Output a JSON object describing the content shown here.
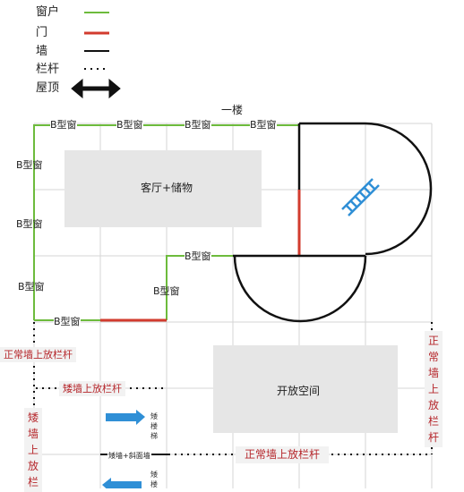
{
  "legend": {
    "window": "窗户",
    "door": "门",
    "wall": "墙",
    "railing": "栏杆",
    "roof": "屋顶"
  },
  "colors": {
    "window": "#6dbb3c",
    "door": "#d23b2e",
    "wall": "#111111",
    "railing_label": "#b5252a",
    "stair": "#2f8fd6",
    "grid": "#cfcfcf",
    "room_fill": "#e6e6e6"
  },
  "floor_label": "一楼",
  "window_label": "B型窗",
  "rooms": {
    "living": "客厅+储物",
    "open_space": "开放空间"
  },
  "railing_labels": {
    "normal_wall_left": "正常墙上放栏杆",
    "low_wall": "矮墙上放栏杆",
    "low_wall_vertical": "矮墙上放栏",
    "normal_wall_bottom": "正常墙上放栏杆",
    "normal_wall_right_vertical": "正常墙上放栏杆"
  },
  "stairs": {
    "label_top": "矮楼梯",
    "label_bottom": "矮楼",
    "wall_note": "矮墙+斜面墙"
  },
  "icons": {
    "roof": "double-arrow-icon",
    "stair": "ladder-icon",
    "stair_arrow": "right-arrow-icon"
  }
}
